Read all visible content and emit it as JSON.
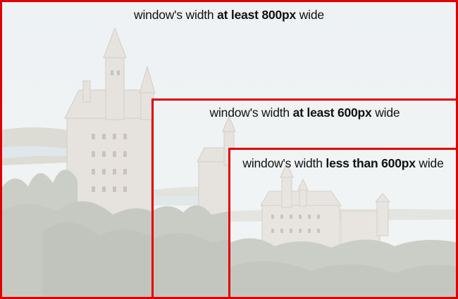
{
  "captions": {
    "large": {
      "prefix": "window's width ",
      "emphasis": "at least 800px",
      "suffix": " wide"
    },
    "medium": {
      "prefix": "window's width ",
      "emphasis": "at least 600px",
      "suffix": " wide"
    },
    "small": {
      "prefix": "window's width ",
      "emphasis": "less than 600px",
      "suffix": " wide"
    }
  },
  "colors": {
    "frame": "#e00000",
    "sky": "#eaf0f2",
    "castle": "#e3e1de",
    "castle_shade": "#cfcac4",
    "trees": "#c9ccc4"
  }
}
